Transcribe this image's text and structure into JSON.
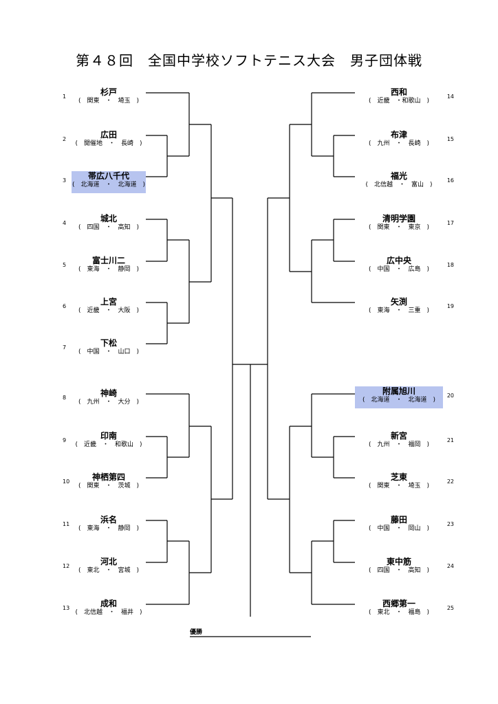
{
  "title": "第４８回　全国中学校ソフトテニス大会　男子団体戦",
  "winner_label": "優勝",
  "highlight_color": "#b7c4ef",
  "left_teams": [
    {
      "num": "1",
      "name": "杉戸",
      "region": "(　関東　・　埼玉　)"
    },
    {
      "num": "2",
      "name": "広田",
      "region": "(　開催地　・　長崎　)"
    },
    {
      "num": "3",
      "name": "帯広八千代",
      "region": "(　北海道　・　北海道　)",
      "highlight": true
    },
    {
      "num": "4",
      "name": "城北",
      "region": "(　四国　・　高知　)"
    },
    {
      "num": "5",
      "name": "富士川二",
      "region": "(　東海　・　静岡　)"
    },
    {
      "num": "6",
      "name": "上宮",
      "region": "(　近畿　・　大阪　)"
    },
    {
      "num": "7",
      "name": "下松",
      "region": "(　中国　・　山口　)"
    },
    {
      "num": "8",
      "name": "神崎",
      "region": "(　九州　・　大分　)"
    },
    {
      "num": "9",
      "name": "印南",
      "region": "(　近畿　・　和歌山　)"
    },
    {
      "num": "10",
      "name": "神栖第四",
      "region": "(　関東　・　茨城　)"
    },
    {
      "num": "11",
      "name": "浜名",
      "region": "(　東海　・　静岡　)"
    },
    {
      "num": "12",
      "name": "河北",
      "region": "(　東北　・　宮城　)"
    },
    {
      "num": "13",
      "name": "成和",
      "region": "(　北信越　・　福井　)"
    }
  ],
  "right_teams": [
    {
      "num": "14",
      "name": "西和",
      "region": "(　近畿　・和歌山　)"
    },
    {
      "num": "15",
      "name": "布津",
      "region": "(　九州　・　長崎　)"
    },
    {
      "num": "16",
      "name": "福光",
      "region": "(　北信越　・　富山　)"
    },
    {
      "num": "17",
      "name": "清明学園",
      "region": "(　関東　・　東京　)"
    },
    {
      "num": "18",
      "name": "広中央",
      "region": "(　中国　・　広島　)"
    },
    {
      "num": "19",
      "name": "矢渕",
      "region": "(　東海　・　三重　)"
    },
    {
      "num": "20",
      "name": "附属旭川",
      "region": "(　北海道　・　北海道　)",
      "highlight": true
    },
    {
      "num": "21",
      "name": "新宮",
      "region": "(　九州　・　福岡　)"
    },
    {
      "num": "22",
      "name": "芝東",
      "region": "(　関東　・　埼玉　)"
    },
    {
      "num": "23",
      "name": "藤田",
      "region": "(　中国　・　岡山　)"
    },
    {
      "num": "24",
      "name": "東中筋",
      "region": "(　四国　・　高知　)"
    },
    {
      "num": "25",
      "name": "西郷第一",
      "region": "(　東北　・　福島　)"
    }
  ]
}
